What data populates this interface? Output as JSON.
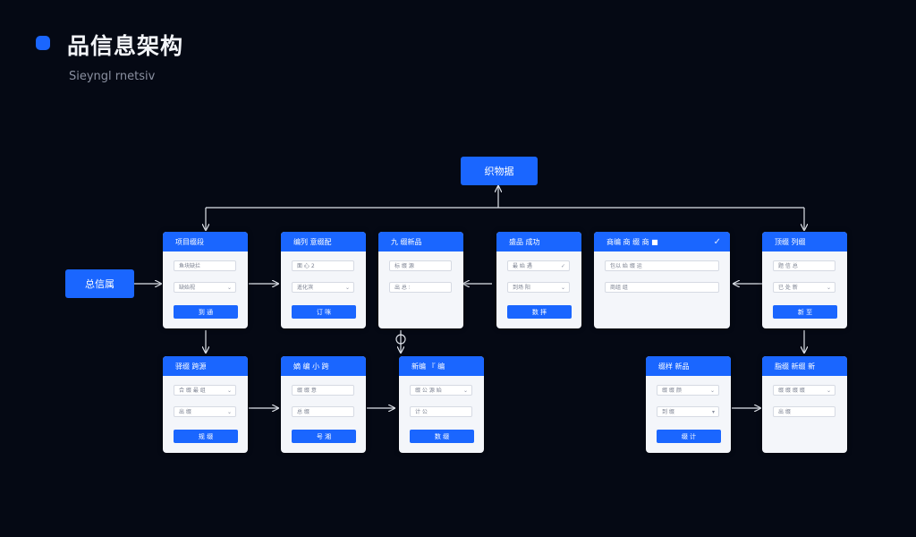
{
  "header": {
    "title": "品信息架构",
    "subtitle": "Sieyngl rnetsiv"
  },
  "nodes": {
    "root": "织物据",
    "entry": "总信属",
    "c1": {
      "title": "项目缀段",
      "f1": "鱼块缺拦",
      "f2": "缺始视",
      "btn": "到 通"
    },
    "c2": {
      "title": "编列 意缀配",
      "f1": "面 心 2",
      "f2": "遥化滨",
      "btn": "订 咪"
    },
    "c3": {
      "title": "九 缀新品",
      "f1": "标 缀 源",
      "f2": "出 总 ∶"
    },
    "c4": {
      "title": "盛品 成功",
      "f1": "最 始 遇",
      "f2": "到场 阳",
      "btn": "数 拝"
    },
    "c5": {
      "title": "商编 商 缀 商 ■",
      "f1": "包以 始 缀 运",
      "f2": "商组 组"
    },
    "c6": {
      "title": "顶缀 列缀",
      "f1": "题 信 总",
      "f2": "已 处 新",
      "btn": "新 至"
    },
    "c7": {
      "title": "驿缀 跨源",
      "f1": "合 缀 最 组",
      "f2": "出 缀",
      "btn": "规 缀"
    },
    "c8": {
      "title": "嫡 编 小 跨",
      "f1": "缀 缀 意",
      "f2": "总 缀",
      "btn": "号 湘"
    },
    "c9": {
      "title": "新编 『 编",
      "f1": "缀 公 源 始",
      "f2": "计 公",
      "btn": "数 缀"
    },
    "c10": {
      "title": "缀样 新品",
      "f1": "缀 缀 颜",
      "f2": "到 缀",
      "btn": "缀 计"
    },
    "c11": {
      "title": "脂缀 新缀 新",
      "f1": "缀 缀 缀 缀",
      "f2": "出 缀"
    }
  }
}
